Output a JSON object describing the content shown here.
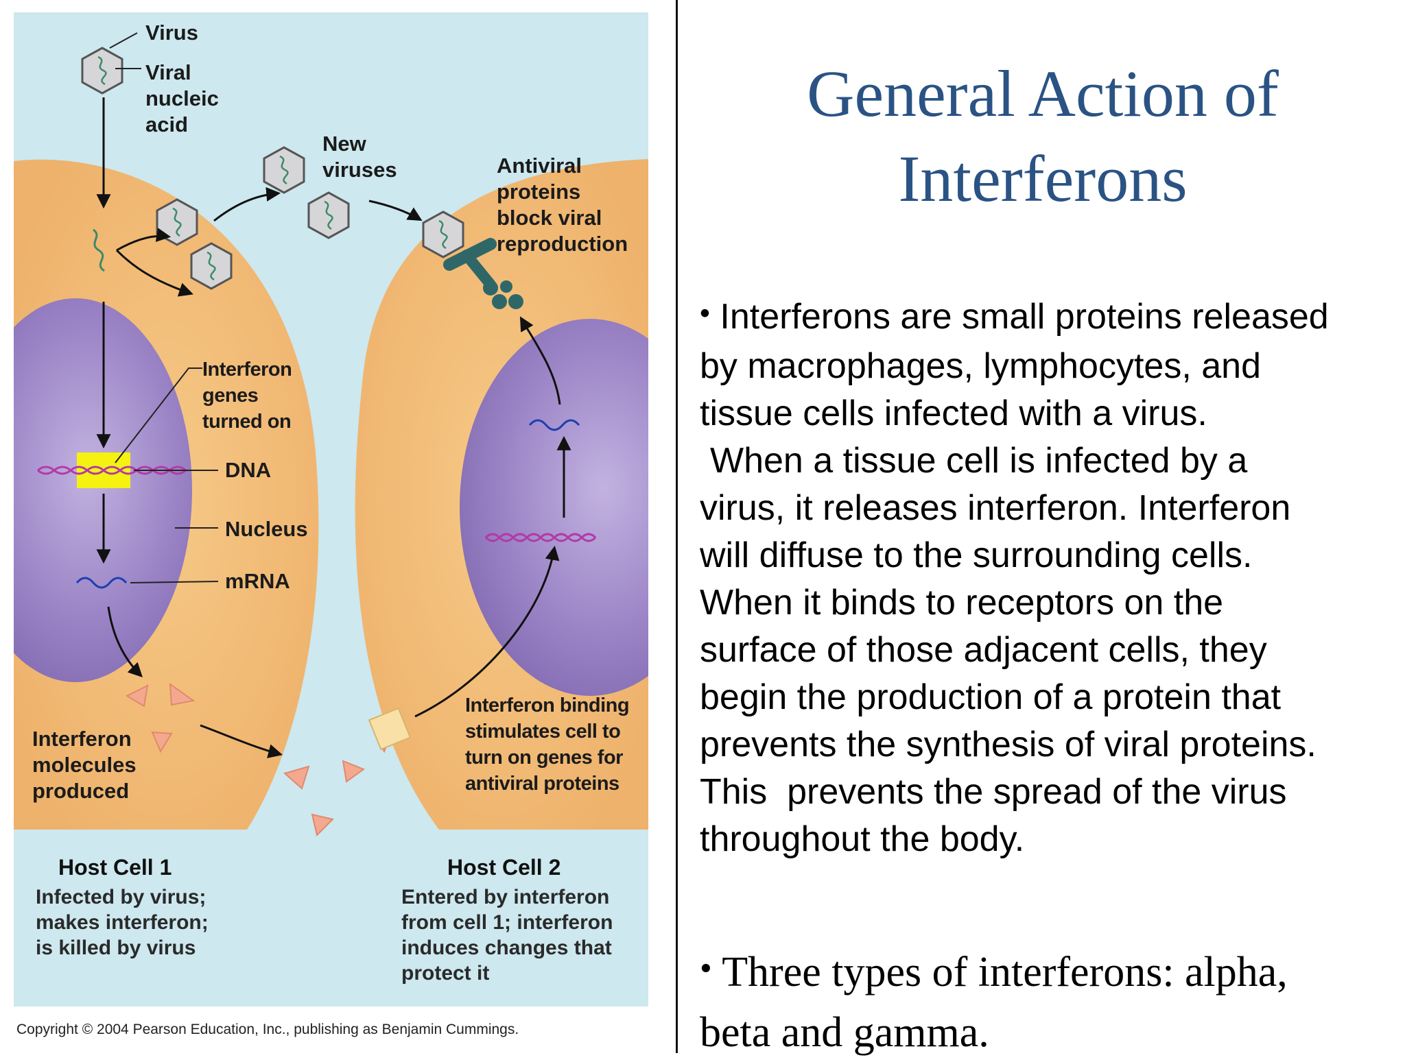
{
  "slide": {
    "title_lines": [
      "General Action of",
      "Interferons"
    ],
    "bullet_symbol": "•",
    "bullet1_lines": [
      "Interferons are small proteins released",
      "by macrophages, lymphocytes, and",
      "tissue cells infected with a virus.",
      "When a tissue cell is infected by a",
      "virus, it releases interferon. Interferon",
      "will diffuse to the surrounding cells.",
      "When it binds to receptors on the",
      "surface of those adjacent cells, they",
      "begin the production of a protein that",
      "prevents the synthesis of viral proteins.",
      "This  prevents the spread of the virus",
      "throughout the body."
    ],
    "bullet2_lines": [
      "Three types of interferons: alpha,",
      "beta and gamma."
    ]
  },
  "figure": {
    "labels": {
      "virus": "Virus",
      "viral_nucleic_acid": [
        "Viral",
        "nucleic",
        "acid"
      ],
      "new_viruses": [
        "New",
        "viruses"
      ],
      "antiviral_proteins": [
        "Antiviral",
        "proteins",
        "block viral",
        "reproduction"
      ],
      "interferon_genes": [
        "Interferon",
        "genes",
        "turned on"
      ],
      "dna": "DNA",
      "nucleus": "Nucleus",
      "mrna": "mRNA",
      "interferon_binding": [
        "Interferon binding",
        "stimulates cell to",
        "turn on genes for",
        "antiviral proteins"
      ],
      "interferon_molecules": [
        "Interferon",
        "molecules",
        "produced"
      ]
    },
    "host_cell_1": {
      "title": "Host Cell 1",
      "caption": [
        "Infected by virus;",
        "makes interferon;",
        "is killed by virus"
      ]
    },
    "host_cell_2": {
      "title": "Host Cell 2",
      "caption": [
        "Entered by interferon",
        "from cell 1; interferon",
        "induces changes that",
        "protect it"
      ]
    },
    "copyright": "Copyright © 2004 Pearson Education, Inc., publishing as Benjamin Cummings.",
    "colors": {
      "background": "#cde8ef",
      "cytoplasm": "#f0b875",
      "nucleus": "#8c73b8",
      "dna_highlight": "#f5f211",
      "interferon": "#f4a890",
      "antiviral_protein": "#2f6768",
      "title_text": "#2a5384"
    }
  }
}
